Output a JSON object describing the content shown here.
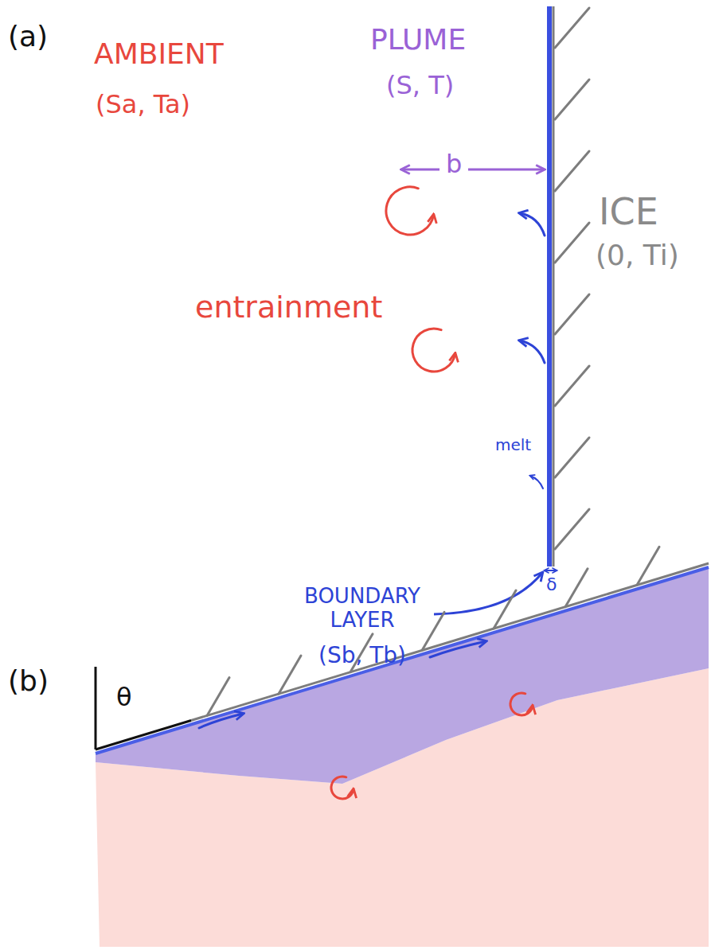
{
  "diagram": {
    "nodes": [
      {
        "text": [
          "AMBIENT",
          "(Sa, Ta)",
          "entrainment"
        ]
      },
      {
        "text": [
          "PLUME",
          "(S, T)",
          "b",
          "melt"
        ]
      }
    ],
    "labels": [
      "(a)",
      "ICE",
      "(0, Ti)",
      "BOUNDARY LAYER",
      "(Sb, Tb)",
      "δ",
      "(b)",
      "θ"
    ]
  }
}
